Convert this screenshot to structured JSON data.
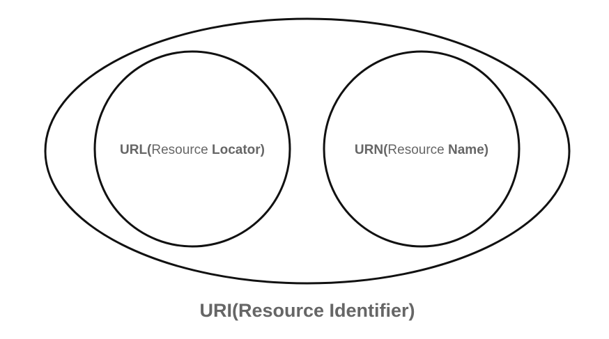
{
  "diagram": {
    "outer": {
      "caption": "URI(Resource Identifier)"
    },
    "left_circle": {
      "label_bold_prefix": "URL(",
      "label_regular": "Resource ",
      "label_bold_suffix": "Locator)"
    },
    "right_circle": {
      "label_bold_prefix": "URN(",
      "label_regular": "Resource ",
      "label_bold_suffix": "Name)"
    },
    "colors": {
      "stroke": "#111111",
      "text": "#666666",
      "background": "#ffffff"
    }
  }
}
